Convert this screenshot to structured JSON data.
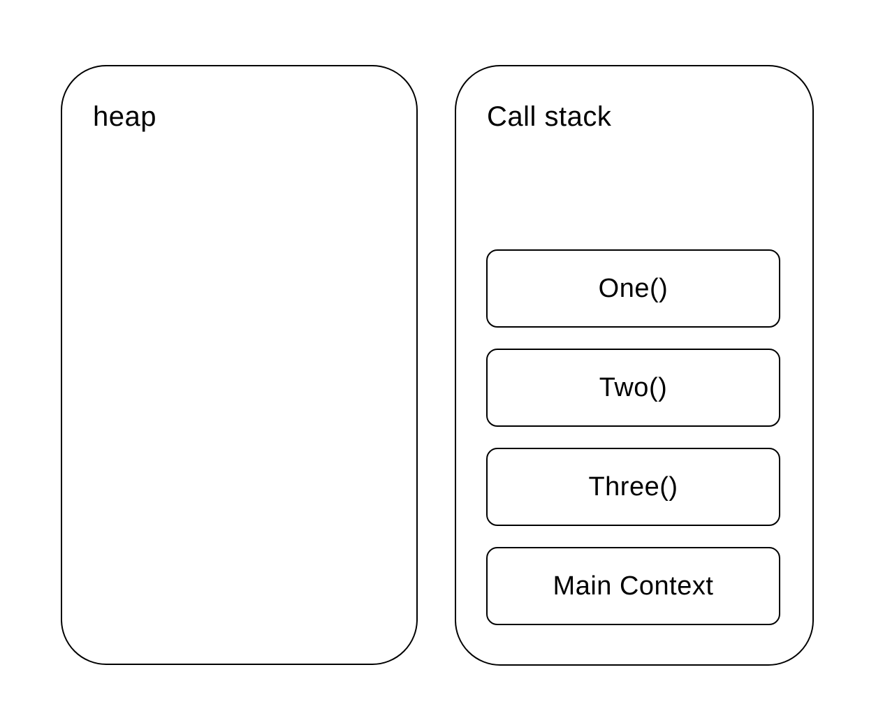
{
  "colors": {
    "stroke": "#000000",
    "text": "#000000",
    "background": "#ffffff"
  },
  "heap_panel": {
    "title": "heap"
  },
  "call_stack_panel": {
    "title": "Call stack",
    "frames": [
      {
        "label": "One()"
      },
      {
        "label": "Two()"
      },
      {
        "label": "Three()"
      },
      {
        "label": "Main Context"
      }
    ]
  }
}
